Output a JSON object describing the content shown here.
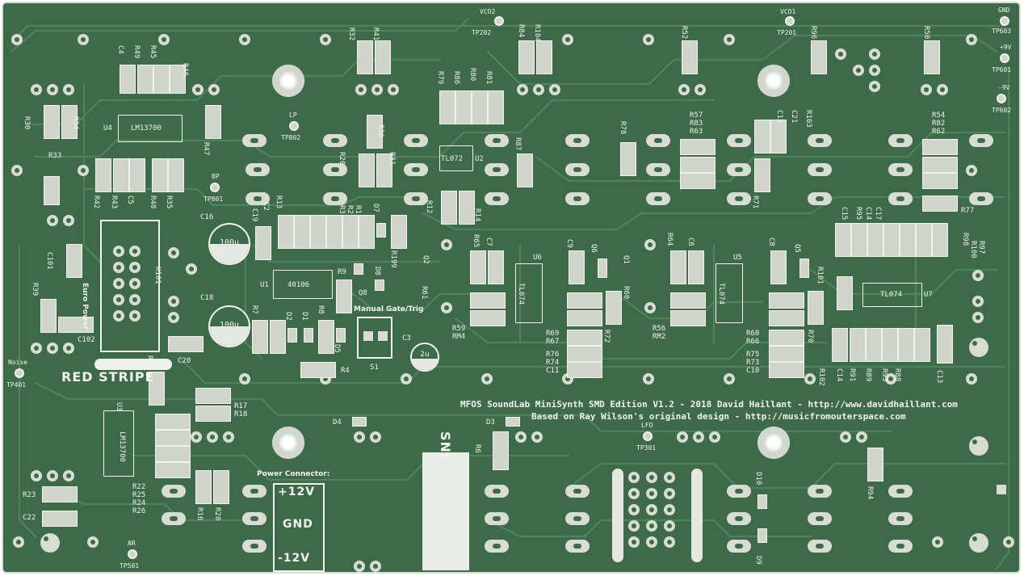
{
  "board": {
    "color": "#3f6a49",
    "silk": "#f0f2ee",
    "pad": "#d8ddd4"
  },
  "title_line1": "MFOS SoundLab MiniSynth SMD Edition V1.2 - 2018 David Haillant - http://www.davidhaillant.com",
  "title_line2": "Based on Ray Wilson's original design - http://musicfromouterspace.com",
  "red_stripe": "RED STRIPE",
  "sn": "SN:",
  "power_connector": {
    "title": "Power Connector:",
    "pos": "+12V",
    "gnd": "GND",
    "neg": "-12V"
  },
  "euro_power": "Euro Power",
  "manual_gate": "Manual Gate/Trig",
  "test_points": [
    {
      "name": "VCO2",
      "id": "TP202"
    },
    {
      "name": "VCO1",
      "id": "TP201"
    },
    {
      "name": "GND",
      "id": "TP603"
    },
    {
      "name": "+9V",
      "id": "TP601"
    },
    {
      "name": "-9V",
      "id": "TP602"
    },
    {
      "name": "LP",
      "id": "TP802"
    },
    {
      "name": "BP",
      "id": "TP801"
    },
    {
      "name": "Noise",
      "id": "TP401"
    },
    {
      "name": "LFO",
      "id": "TP301"
    },
    {
      "name": "AR",
      "id": "TP501"
    }
  ],
  "ics": {
    "u4": "U4",
    "u4_part": "LM13700",
    "u2": "U2",
    "u2_part": "TL072",
    "u1": "U1",
    "u1_part": "40106",
    "u6": "U6",
    "u6_part": "TL074",
    "u5": "U5",
    "u5_part": "TL074",
    "u7": "U7",
    "u7_part": "TL074",
    "u3": "U3",
    "u3_part": "LM13700"
  },
  "caps": {
    "c16": "C16",
    "c18": "C18",
    "c16_val": "100u",
    "c18_val": "100u",
    "c3": "C3",
    "c3_val": "2u"
  },
  "labels": [
    "R30",
    "R34",
    "R33",
    "C4",
    "R49",
    "R45",
    "R46",
    "R47",
    "R42",
    "R43",
    "C5",
    "R40",
    "R35",
    "R32",
    "R41",
    "R36",
    "R20",
    "R31",
    "R79",
    "R86",
    "R80",
    "R81",
    "R84",
    "R104",
    "R87",
    "R12",
    "R14",
    "R78",
    "R52",
    "R57",
    "R83",
    "R63",
    "R71",
    "R96",
    "C12",
    "C21",
    "R103",
    "R50",
    "R54",
    "R82",
    "R62",
    "R77",
    "K101",
    "C101",
    "R39",
    "C102",
    "C20",
    "C19",
    "C2",
    "R13",
    "R3",
    "R2",
    "R1",
    "D7",
    "R199",
    "D8",
    "Q8",
    "R9",
    "R7",
    "R8",
    "D2",
    "D1",
    "D5",
    "R4",
    "S1",
    "R65",
    "C7",
    "Q2",
    "R61",
    "R59",
    "RM4",
    "C9",
    "Q6",
    "R69",
    "R67",
    "R76",
    "R74",
    "C11",
    "R72",
    "Q1",
    "R64",
    "C6",
    "R60",
    "R56",
    "RM2",
    "C8",
    "Q5",
    "R68",
    "R66",
    "R75",
    "R73",
    "C10",
    "R70",
    "C15",
    "R95",
    "C14",
    "C17",
    "R98",
    "R100",
    "R97",
    "R101",
    "R91",
    "C14",
    "R102",
    "R89",
    "R93",
    "R88",
    "C13",
    "R21",
    "R17",
    "R18",
    "D4",
    "D3",
    "R6",
    "R22",
    "R25",
    "R24",
    "R26",
    "R23",
    "C22",
    "R16",
    "R20",
    "D10",
    "D9",
    "R94"
  ]
}
